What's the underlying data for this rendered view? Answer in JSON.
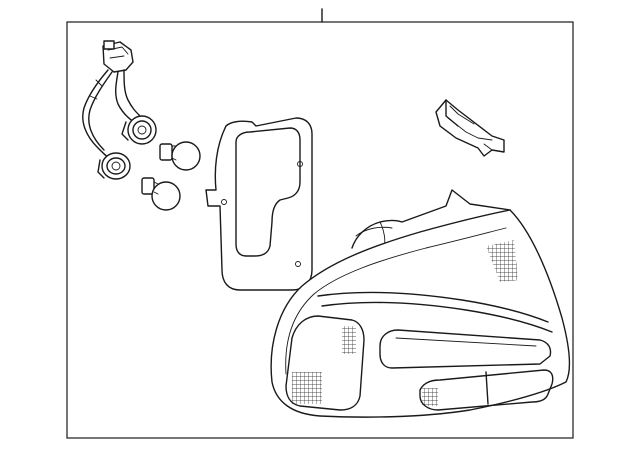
{
  "diagram": {
    "parts": [
      {
        "name": "wiring-harness"
      },
      {
        "name": "bulb-socket"
      },
      {
        "name": "bulb"
      },
      {
        "name": "lamp-gasket"
      },
      {
        "name": "mounting-bracket"
      },
      {
        "name": "tail-lamp-assembly"
      }
    ],
    "colors": {
      "line": "#1a1a1a",
      "background": "#ffffff"
    }
  }
}
